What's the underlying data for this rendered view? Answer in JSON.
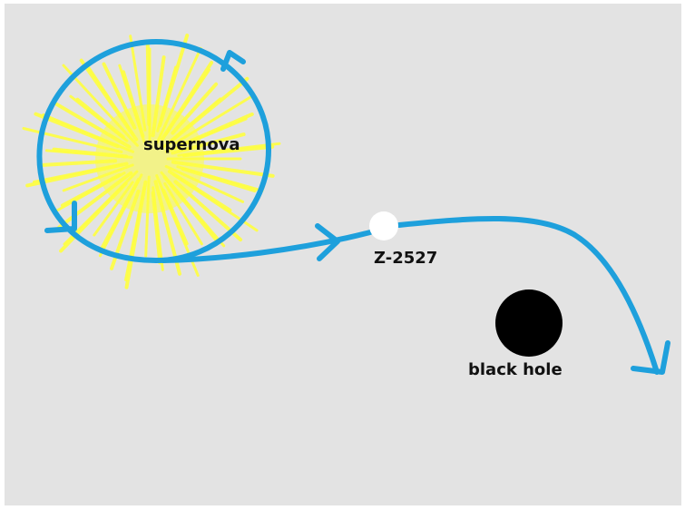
{
  "labels": {
    "supernova": "supernova",
    "object": "Z-2527",
    "black_hole": "black hole"
  },
  "colors": {
    "background": "#e3e3e3",
    "path": "#1ea0dc",
    "supernova_rays": "#ffff40",
    "object": "#ffffff",
    "black_hole": "#000000"
  }
}
